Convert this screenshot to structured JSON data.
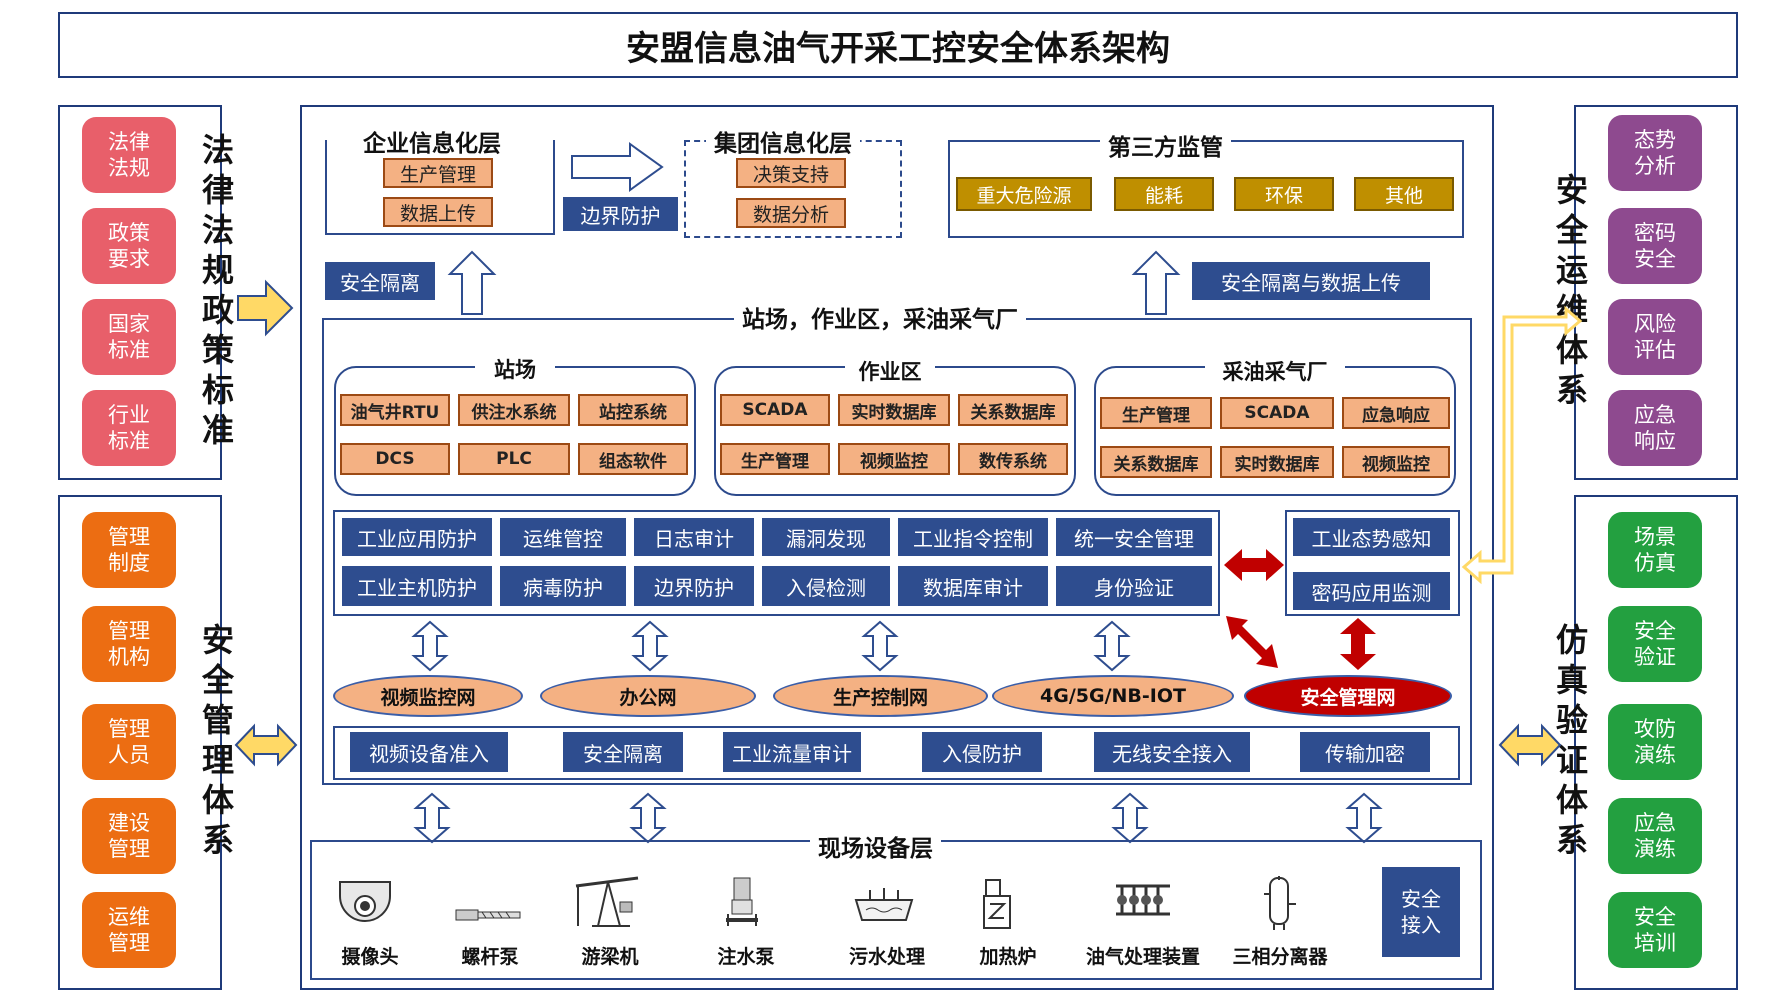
{
  "title": "安盟信息油气开采工控安全体系架构",
  "left_top": {
    "title": "法律法规政策标准",
    "items": [
      "法律法规",
      "政策要求",
      "国家标准",
      "行业标准"
    ]
  },
  "left_bottom": {
    "title": "安全管理体系",
    "items": [
      "管理制度",
      "管理机构",
      "管理人员",
      "建设管理",
      "运维管理"
    ]
  },
  "right_top": {
    "title": "安全运维体系",
    "items": [
      "态势分析",
      "密码安全",
      "风险评估",
      "应急响应"
    ]
  },
  "right_bottom": {
    "title": "仿真验证体系",
    "items": [
      "场景仿真",
      "安全验证",
      "攻防演练",
      "应急演练",
      "安全培训"
    ]
  },
  "enterprise": {
    "title": "企业信息化层",
    "items": [
      "生产管理",
      "数据上传"
    ]
  },
  "group_info": {
    "title": "集团信息化层",
    "items": [
      "决策支持",
      "数据分析"
    ]
  },
  "boundary": "边界防护",
  "third_party": {
    "title": "第三方监管",
    "items": [
      "重大危险源",
      "能耗",
      "环保",
      "其他"
    ]
  },
  "isolation_left": "安全隔离",
  "isolation_right": "安全隔离与数据上传",
  "middle_title": "站场，作业区，采油采气厂",
  "station": {
    "title": "站场",
    "items": [
      "油气井RTU",
      "供注水系统",
      "站控系统",
      "DCS",
      "PLC",
      "组态软件"
    ]
  },
  "work_area": {
    "title": "作业区",
    "items": [
      "SCADA",
      "实时数据库",
      "关系数据库",
      "生产管理",
      "视频监控",
      "数传系统"
    ]
  },
  "plant": {
    "title": "采油采气厂",
    "items": [
      "生产管理",
      "SCADA",
      "应急响应",
      "关系数据库",
      "实时数据库",
      "视频监控"
    ]
  },
  "security_row1": [
    "工业应用防护",
    "运维管控",
    "日志审计",
    "漏洞发现",
    "工业指令控制",
    "统一安全管理"
  ],
  "security_row2": [
    "工业主机防护",
    "病毒防护",
    "边界防护",
    "入侵检测",
    "数据库审计",
    "身份验证"
  ],
  "situational": [
    "工业态势感知",
    "密码应用监测"
  ],
  "networks": [
    "视频监控网",
    "办公网",
    "生产控制网",
    "4G/5G/NB-IOT",
    "安全管理网"
  ],
  "net_security": [
    "视频设备准入",
    "安全隔离",
    "工业流量审计",
    "入侵防护",
    "无线安全接入",
    "传输加密"
  ],
  "field": {
    "title": "现场设备层",
    "devices": [
      "摄像头",
      "螺杆泵",
      "游梁机",
      "注水泵",
      "污水处理",
      "加热炉",
      "油气处理装置",
      "三相分离器"
    ],
    "access": "安全接入"
  },
  "colors": {
    "navy": "#2e4d8f",
    "frame": "#1f3a7a",
    "red_pill": "#e85f6a",
    "orange_pill": "#ec6d12",
    "purple_pill": "#8e4a8f",
    "green_pill": "#23a040",
    "gold": "#bf8f00",
    "peach": "#f4b183",
    "alert": "#c00000",
    "arrow_yellow": "#ffd966"
  }
}
